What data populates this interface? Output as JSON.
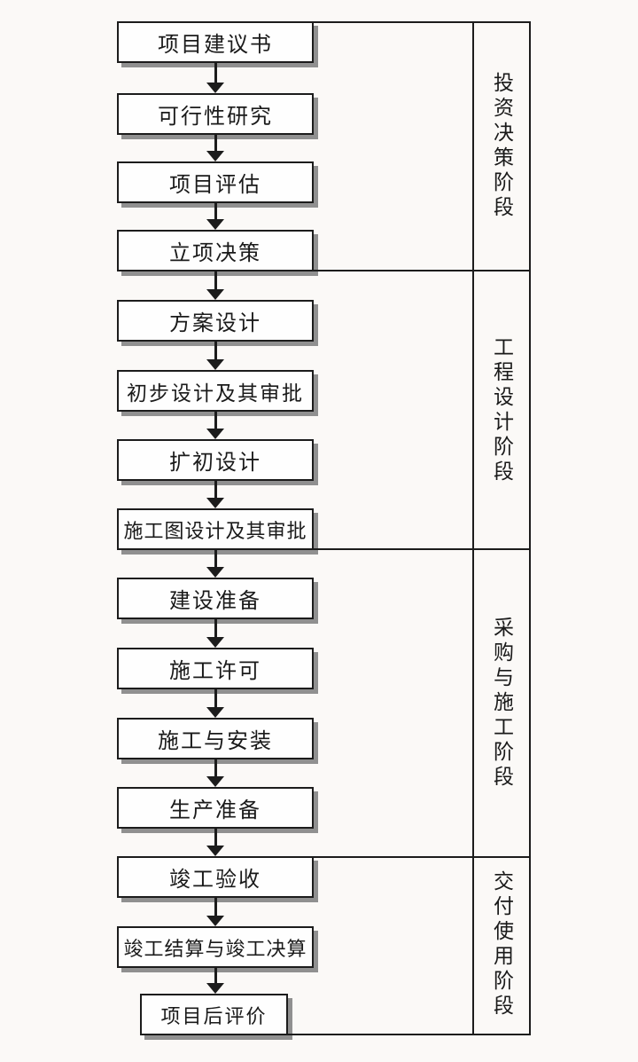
{
  "diagram": {
    "description": "construction-project-lifecycle-flowchart",
    "steps": [
      {
        "label": "项目建议书"
      },
      {
        "label": "可行性研究"
      },
      {
        "label": "项目评估"
      },
      {
        "label": "立项决策"
      },
      {
        "label": "方案设计"
      },
      {
        "label": "初步设计及其审批"
      },
      {
        "label": "扩初设计"
      },
      {
        "label": "施工图设计及其审批"
      },
      {
        "label": "建设准备"
      },
      {
        "label": "施工许可"
      },
      {
        "label": "施工与安装"
      },
      {
        "label": "生产准备"
      },
      {
        "label": "竣工验收"
      },
      {
        "label": "竣工结算与竣工决算"
      },
      {
        "label": "项目后评价"
      }
    ],
    "phases": [
      {
        "label": "投资决策阶段"
      },
      {
        "label": "工程设计阶段"
      },
      {
        "label": "采购与施工阶段"
      },
      {
        "label": "交付使用阶段"
      }
    ],
    "colors": {
      "background": "#fbf9f7",
      "box_fill": "#fefefe",
      "border": "#1c1c1c",
      "shadow": "#909090",
      "text": "#1a1a1a"
    }
  }
}
